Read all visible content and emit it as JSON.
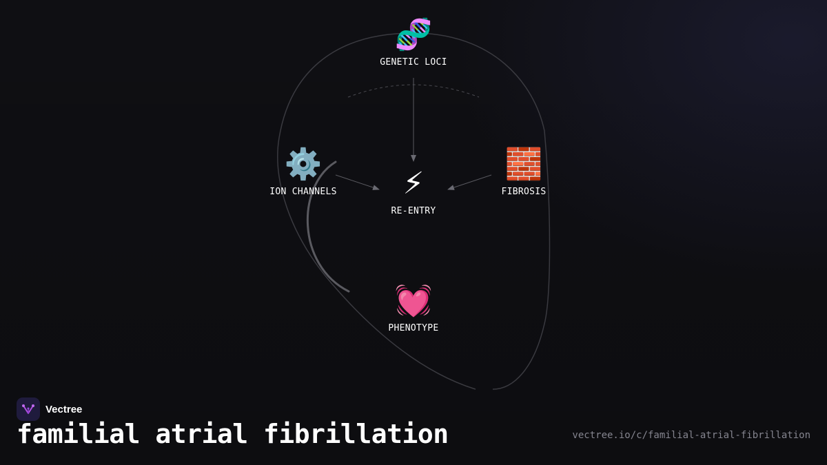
{
  "diagram": {
    "nodes": [
      {
        "id": "genetic-loci",
        "icon": "🧬",
        "icon_name": "dna-icon",
        "label": "GENETIC LOCI"
      },
      {
        "id": "ion-channels",
        "icon": "⚙️",
        "icon_name": "gear-icon",
        "label": "ION CHANNELS"
      },
      {
        "id": "re-entry",
        "icon": "⚡",
        "icon_name": "lightning-icon",
        "label": "RE-ENTRY"
      },
      {
        "id": "fibrosis",
        "icon": "🧱",
        "icon_name": "brick-icon",
        "label": "FIBROSIS"
      },
      {
        "id": "phenotype",
        "icon": "💓",
        "icon_name": "beating-heart-icon",
        "label": "PHENOTYPE"
      }
    ],
    "edges": [
      {
        "from": "genetic-loci",
        "to": "re-entry"
      },
      {
        "from": "ion-channels",
        "to": "re-entry"
      },
      {
        "from": "fibrosis",
        "to": "re-entry"
      }
    ]
  },
  "brand": {
    "name": "Vectree"
  },
  "title": "familial atrial fibrillation",
  "url": "vectree.io/c/familial-atrial-fibrillation",
  "colors": {
    "background": "#0f0f13",
    "line": "#55555c",
    "brand_logo_bg": "#1f1b3d",
    "brand_accent": "#b04fe0",
    "url_text": "#85858f"
  }
}
